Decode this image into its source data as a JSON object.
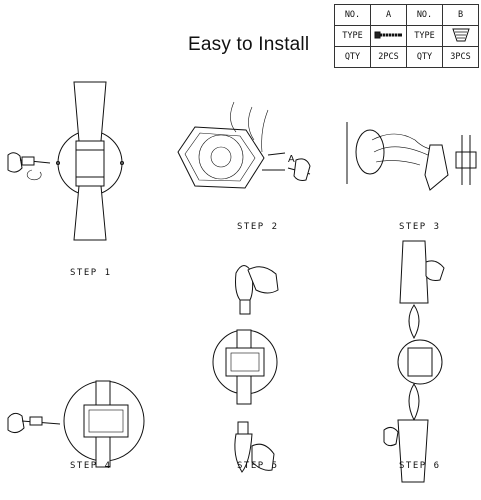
{
  "title": "Easy to Install",
  "parts_table": {
    "rows": [
      [
        "NO.",
        "A",
        "NO.",
        "B"
      ],
      [
        "TYPE",
        "",
        "TYPE",
        ""
      ],
      [
        "QTY",
        "2PCS",
        "QTY",
        "3PCS"
      ]
    ],
    "type_icons": [
      "screw-icon",
      "wire-nut-icon"
    ]
  },
  "callout_a": "A",
  "steps": [
    "STEP 1",
    "STEP 2",
    "STEP 3",
    "STEP 4",
    "STEP 5",
    "STEP 6"
  ]
}
